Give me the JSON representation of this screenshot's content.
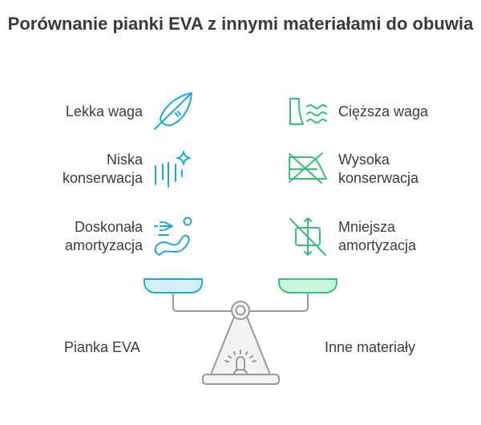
{
  "title": "Porównanie pianki EVA z innymi materiałami do obuwia",
  "left": {
    "name": "Pianka EVA",
    "color": "#1ea8d8",
    "fill": "#d4f1fb",
    "items": [
      {
        "label": "Lekka waga",
        "icon": "feather-icon"
      },
      {
        "label": "Niska konserwacja",
        "icon": "sparkle-lines-icon"
      },
      {
        "label": "Doskonała amortyzacja",
        "icon": "flexible-path-icon"
      }
    ]
  },
  "right": {
    "name": "Inne materiały",
    "color": "#36c07a",
    "fill": "#c9f7dd",
    "items": [
      {
        "label": "Cięższa waga",
        "icon": "dam-water-icon"
      },
      {
        "label": "Wysoka konserwacja",
        "icon": "crossed-iron-icon"
      },
      {
        "label": "Mniejsza amortyzacja",
        "icon": "crossed-compress-icon"
      }
    ]
  }
}
